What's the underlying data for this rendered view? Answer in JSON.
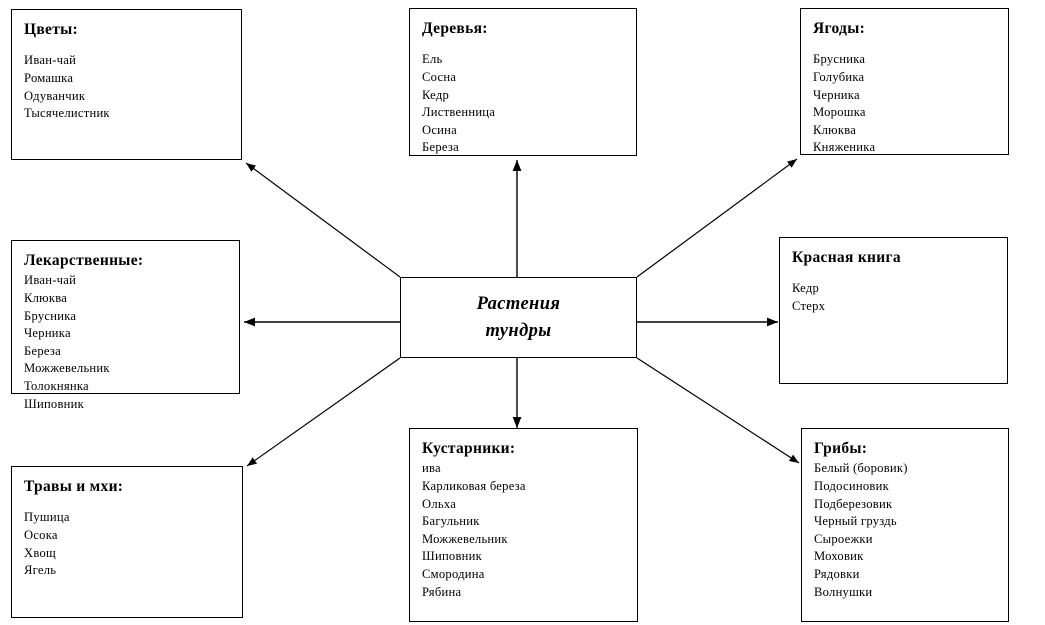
{
  "diagram": {
    "center": {
      "label_line1": "Растения",
      "label_line2": "тундры"
    },
    "nodes": [
      {
        "key": "flowers",
        "title": "Цветы:",
        "items": [
          "Иван-чай",
          "Ромашка",
          "Одуванчик",
          "Тысячелистник"
        ]
      },
      {
        "key": "trees",
        "title": "Деревья:",
        "items": [
          "Ель",
          "Сосна",
          "Кедр",
          "Лиственница",
          "Осина",
          "Береза"
        ]
      },
      {
        "key": "berries",
        "title": "Ягоды:",
        "items": [
          "Брусника",
          "Голубика",
          "Черника",
          "Морошка",
          "Клюква",
          "Княженика"
        ]
      },
      {
        "key": "medicinal",
        "title": "Лекарственные:",
        "items": [
          "Иван-чай",
          "Клюква",
          "Брусника",
          "Черника",
          "Береза",
          "Можжевельник",
          "Толокнянка",
          "Шиповник"
        ]
      },
      {
        "key": "redbook",
        "title": "Красная книга",
        "items": [
          "Кедр",
          "Стерх"
        ]
      },
      {
        "key": "grasses",
        "title": "Травы и мхи:",
        "items": [
          "Пушица",
          "Осока",
          "Хвощ",
          "Ягель"
        ]
      },
      {
        "key": "shrubs",
        "title": "Кустарники:",
        "items": [
          "ива",
          "Карликовая береза",
          "Ольха",
          "Багульник",
          "Можжевельник",
          "Шиповник",
          "Смородина",
          "Рябина"
        ]
      },
      {
        "key": "mushrooms",
        "title": "Грибы:",
        "items": [
          "Белый (боровик)",
          "Подосиновик",
          "Подберезовик",
          "Черный груздь",
          "Сыроежки",
          "Моховик",
          "Рядовки",
          "Волнушки"
        ]
      }
    ],
    "colors": {
      "stroke": "#000000",
      "background": "#ffffff",
      "text": "#000000"
    }
  }
}
